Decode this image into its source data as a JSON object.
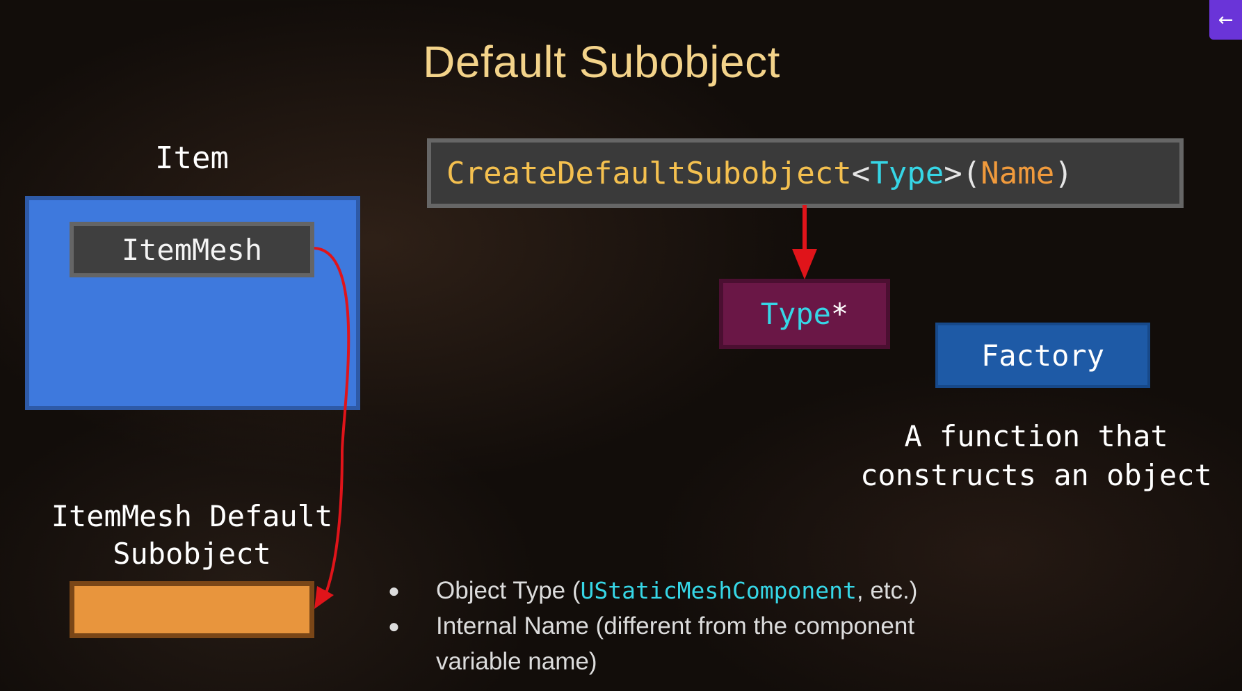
{
  "slide": {
    "title": "Default Subobject"
  },
  "nav": {
    "back_icon": "arrow-left-icon",
    "back_glyph": "←"
  },
  "left_diagram": {
    "item_label": "Item",
    "itemmesh_label": "ItemMesh",
    "default_subobject_label_line1": "ItemMesh Default",
    "default_subobject_label_line2": "Subobject"
  },
  "code": {
    "function_name": "CreateDefaultSubobject",
    "lt": "<",
    "type_param": "Type",
    "gt": ">",
    "open_paren": "(",
    "name_param": "Name",
    "close_paren": ")"
  },
  "return_type": {
    "type": "Type",
    "pointer": "*"
  },
  "factory": {
    "label": "Factory",
    "description_line1": "A function that",
    "description_line2": "constructs an object"
  },
  "bullets": {
    "bullet_glyph": "●",
    "item1_prefix": "Object Type (",
    "item1_code": "UStaticMeshComponent",
    "item1_suffix": ", etc.)",
    "item2_line1": "Internal Name (different from the component",
    "item2_line2": "variable name)"
  },
  "colors": {
    "title": "#f3d38a",
    "item_box": "#3e79dd",
    "orange_box": "#e8953d",
    "type_box": "#6a1746",
    "factory_box": "#1e5aa6",
    "arrow": "#e0141a",
    "code_type": "#36d6e6",
    "code_function": "#f4c04f",
    "code_name": "#f09a3c"
  }
}
